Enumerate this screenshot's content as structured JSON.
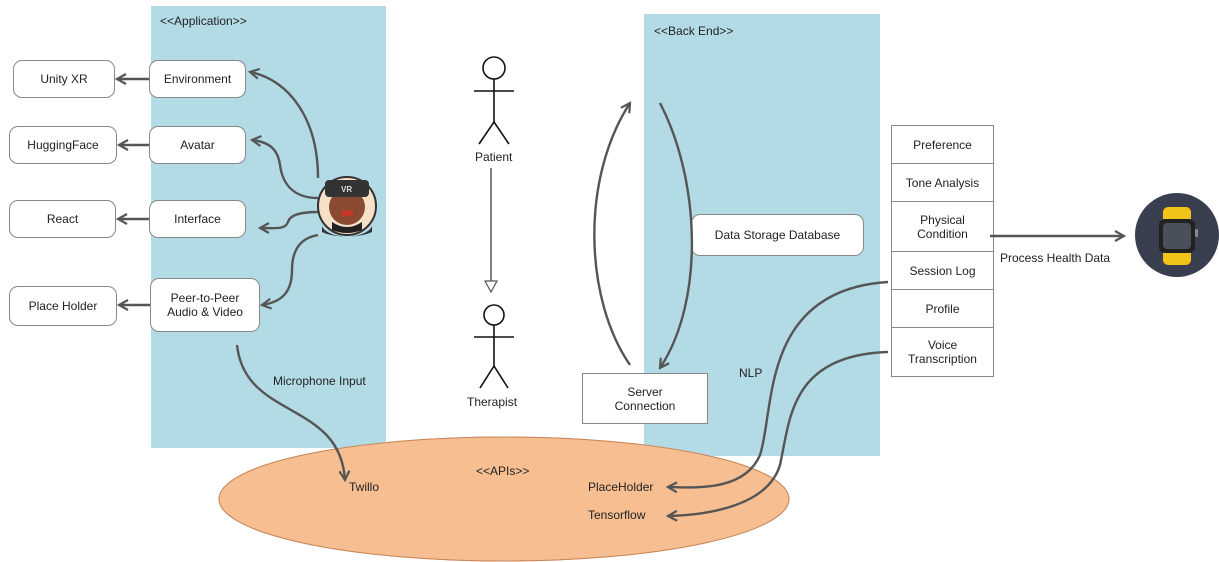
{
  "application": {
    "title": "<<Application>>",
    "components": [
      {
        "label": "Environment",
        "target": "Unity XR"
      },
      {
        "label": "Avatar",
        "target": "HuggingFace"
      },
      {
        "label": "Interface",
        "target": "React"
      },
      {
        "label": "Peer-to-Peer\nAudio & Video",
        "target": "Place Holder"
      }
    ],
    "vr_icon_text": "VR"
  },
  "actors": {
    "patient": "Patient",
    "therapist": "Therapist"
  },
  "backend": {
    "title": "<<Back End>>",
    "database": "Data Storage Database",
    "server": "Server\nConnection",
    "nlp_label": "NLP"
  },
  "data_stack": [
    "Preference",
    "Tone Analysis",
    "Physical\nCondition",
    "Session Log",
    "Profile",
    "Voice\nTranscription"
  ],
  "health": {
    "label": "Process Health Data"
  },
  "apis": {
    "title": "<<APIs>>",
    "twillo": "Twillo",
    "placeholder": "PlaceHolder",
    "tensorflow": "Tensorflow"
  },
  "labels": {
    "microphone": "Microphone Input"
  },
  "colors": {
    "panel": "#b3dbe5",
    "api_ellipse": "#f7bf91",
    "arrow": "#555555",
    "watch_bg": "#3a3f4f",
    "watch_band": "#f2c318"
  }
}
